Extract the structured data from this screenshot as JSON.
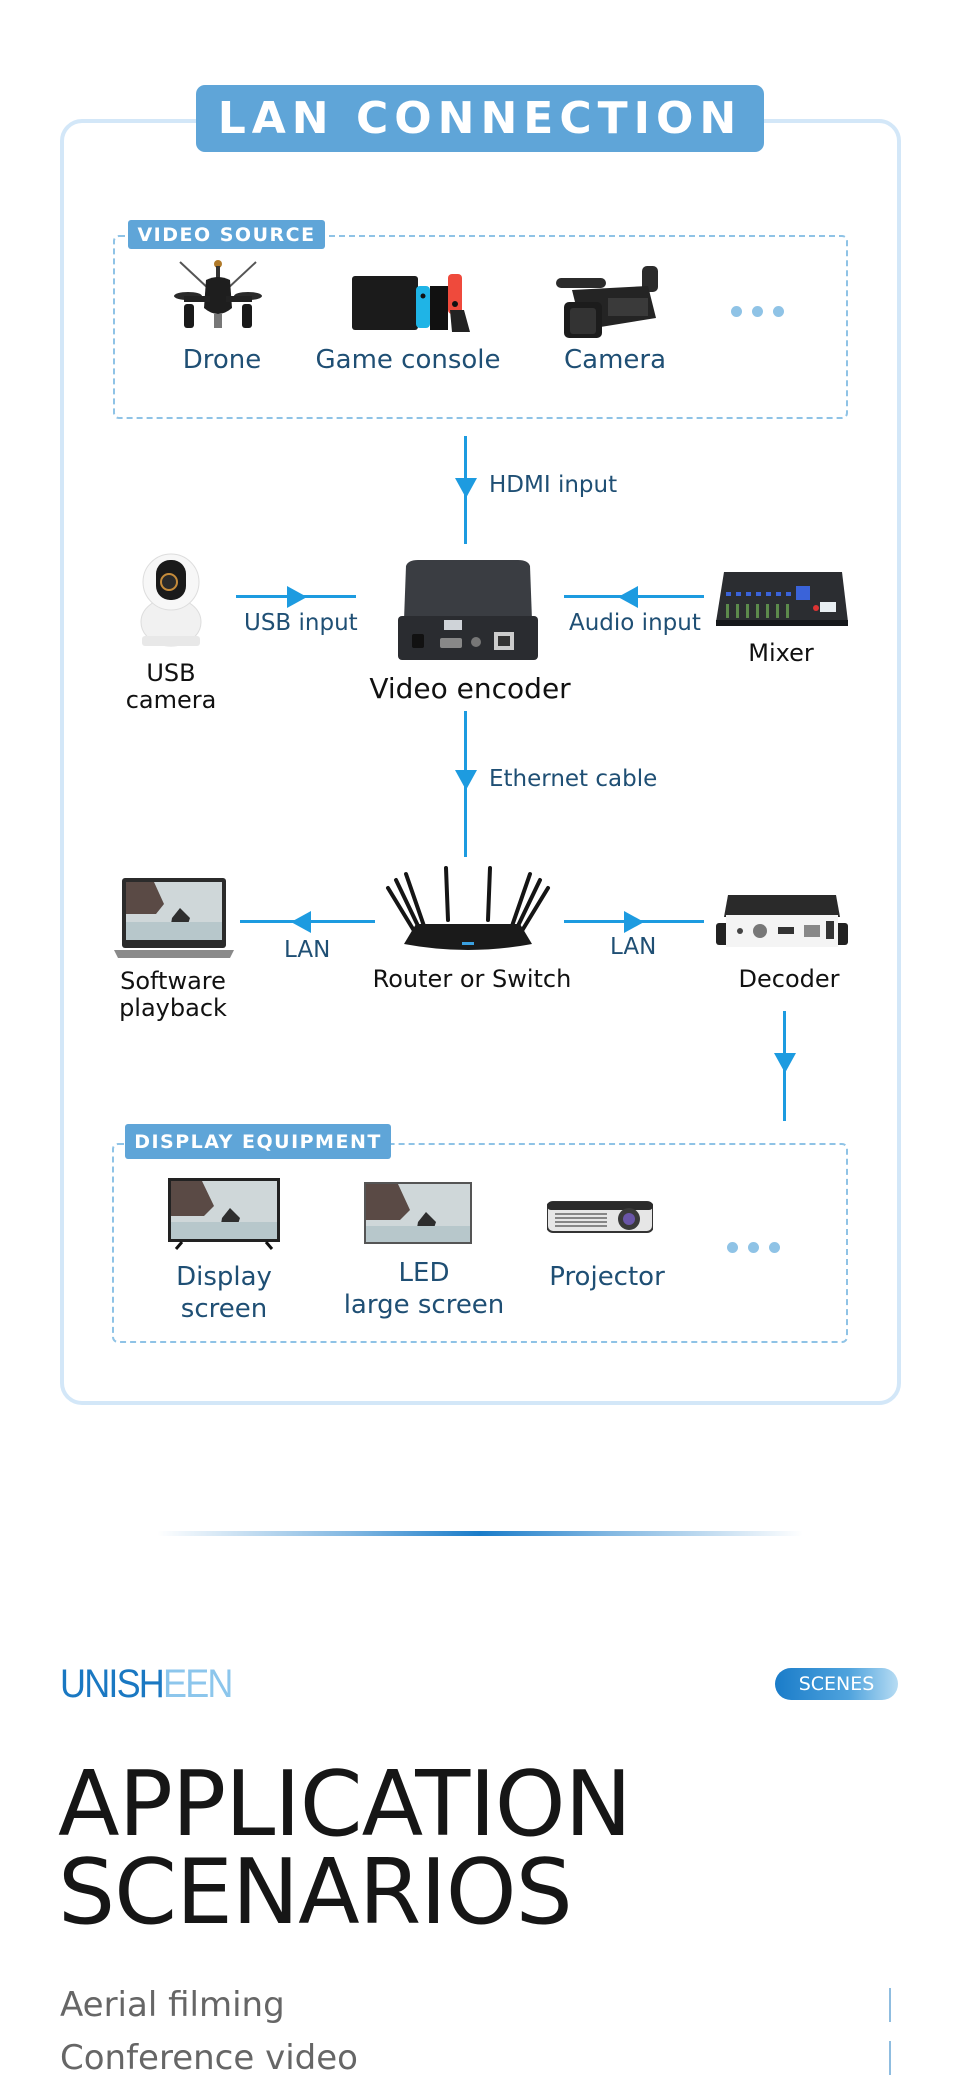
{
  "diagram": {
    "title": "LAN CONNECTION",
    "video_source": {
      "tag": "VIDEO SOURCE",
      "items": [
        {
          "label": "Drone",
          "icon": "drone-icon"
        },
        {
          "label": "Game console",
          "icon": "game-console-icon"
        },
        {
          "label": "Camera",
          "icon": "camcorder-icon"
        }
      ],
      "more": "more-dots"
    },
    "connections": {
      "hdmi": "HDMI input",
      "usb": "USB input",
      "audio": "Audio input",
      "ethernet": "Ethernet cable",
      "lan_left": "LAN",
      "lan_right": "LAN"
    },
    "nodes": {
      "usb_camera": [
        "USB",
        "camera"
      ],
      "encoder": "Video encoder",
      "mixer": "Mixer",
      "software": [
        "Software",
        "playback"
      ],
      "router": "Router or Switch",
      "decoder": "Decoder"
    },
    "display_equipment": {
      "tag": "DISPLAY EQUIPMENT",
      "items": [
        {
          "label": [
            "Display",
            "screen"
          ],
          "icon": "tv-icon"
        },
        {
          "label": [
            "LED",
            "large screen"
          ],
          "icon": "led-screen-icon"
        },
        {
          "label": [
            "Projector"
          ],
          "icon": "projector-icon"
        }
      ]
    }
  },
  "brand": {
    "logo_main": "UNISH",
    "logo_fade": "EEN",
    "badge": "SCENES"
  },
  "scenarios": {
    "title": [
      "APPLICATION",
      "SCENARIOS"
    ],
    "items": [
      "Aerial filming",
      "Conference video"
    ]
  },
  "colors": {
    "accent": "#5fa5d8",
    "arrow": "#1d9be0",
    "label": "#1f4f74",
    "brand": "#1a78c2"
  }
}
